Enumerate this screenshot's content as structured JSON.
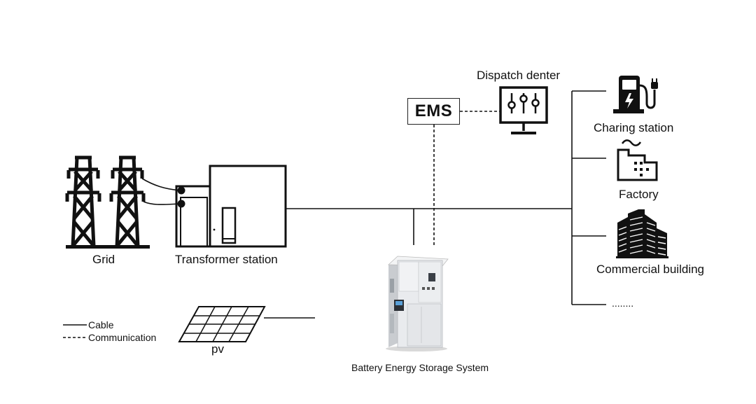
{
  "labels": {
    "grid": "Grid",
    "transformer": "Transformer station",
    "ems": "EMS",
    "dispatch": "Dispatch denter",
    "charging": "Charing station",
    "factory": "Factory",
    "commercial": "Commercial building",
    "ellipsis": "........",
    "bess": "Battery Energy Storage System",
    "pv": "pv"
  },
  "legend": {
    "cable": "Cable",
    "communication": "Communication"
  },
  "icons": {
    "tower": "power-tower-icon",
    "transformer": "transformer-station-icon",
    "monitor": "monitor-sliders-icon",
    "charger": "ev-charger-icon",
    "factory": "factory-icon",
    "buildings": "buildings-icon",
    "battery": "battery-cabinet-icon",
    "solar": "solar-panel-icon"
  },
  "colors": {
    "line": "#111111",
    "cabinet": "#e9ebee"
  }
}
